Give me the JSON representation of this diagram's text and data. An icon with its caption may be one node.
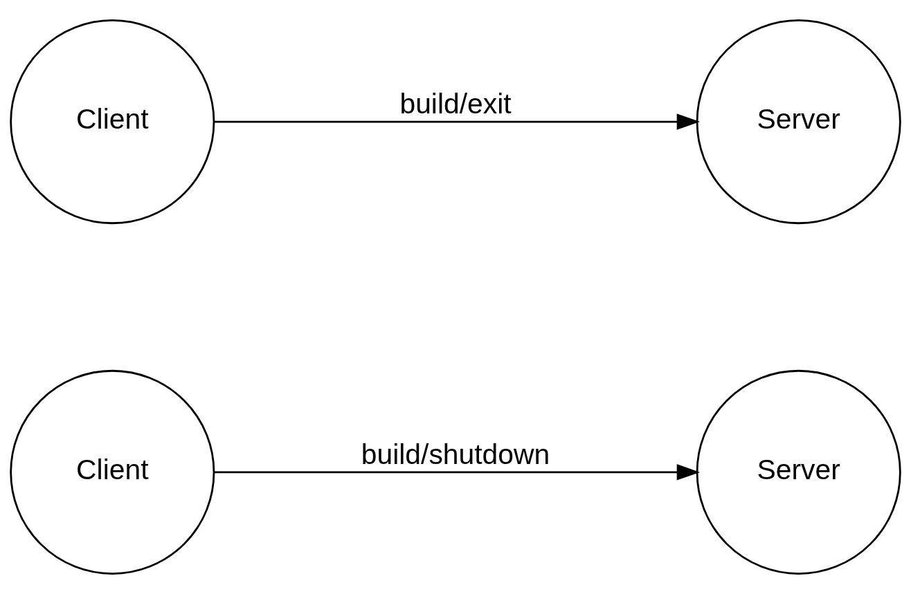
{
  "diagram": {
    "nodes": [
      {
        "text": [
          "Client"
        ]
      },
      {
        "text": [
          "Server"
        ]
      },
      {
        "text": [
          "Client"
        ]
      },
      {
        "text": [
          "Server"
        ]
      }
    ],
    "edges": [
      {
        "from": 0,
        "to": 1,
        "arrow": "to",
        "label": "build/shutdown"
      },
      {
        "from": 2,
        "to": 3,
        "arrow": "to",
        "label": "build/exit"
      }
    ]
  }
}
